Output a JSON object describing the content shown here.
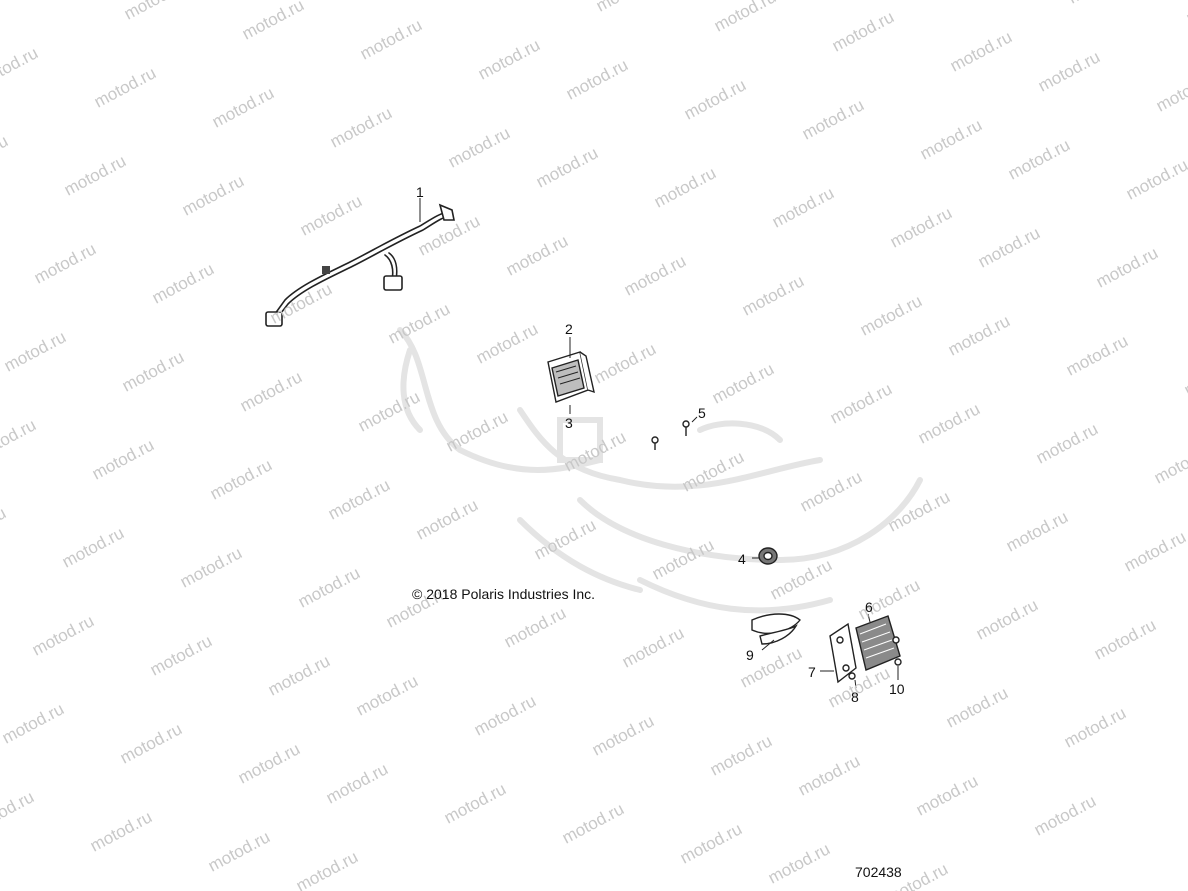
{
  "watermark": {
    "text": "motod.ru",
    "color": "#c8c8c8"
  },
  "callouts": [
    {
      "id": "1",
      "label": "1"
    },
    {
      "id": "2",
      "label": "2"
    },
    {
      "id": "3",
      "label": "3"
    },
    {
      "id": "4",
      "label": "4"
    },
    {
      "id": "5",
      "label": "5"
    },
    {
      "id": "6",
      "label": "6"
    },
    {
      "id": "7",
      "label": "7"
    },
    {
      "id": "8",
      "label": "8"
    },
    {
      "id": "9",
      "label": "9"
    },
    {
      "id": "10",
      "label": "10"
    }
  ],
  "copyright": "© 2018 Polaris Industries Inc.",
  "figure_number": "702438"
}
